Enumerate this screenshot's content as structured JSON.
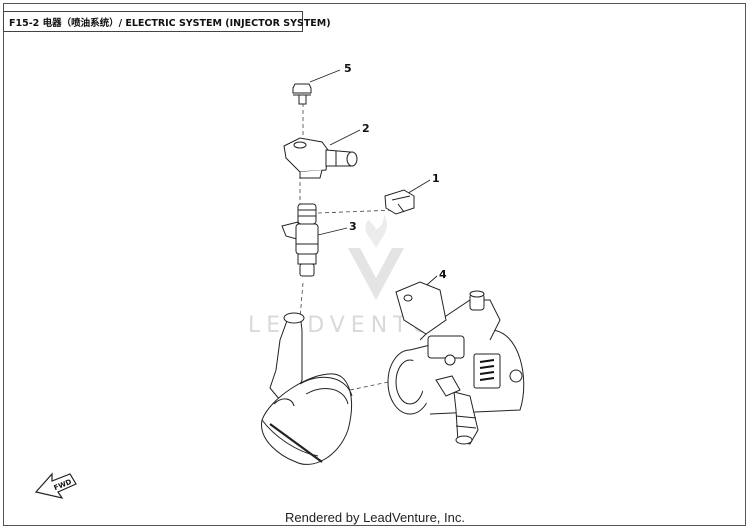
{
  "header": {
    "title": "F15-2 电器（喷油系统）/ ELECTRIC SYSTEM (INJECTOR SYSTEM)"
  },
  "watermark": {
    "text": "LEADVENTURE"
  },
  "callouts": [
    {
      "id": "1",
      "label": "1"
    },
    {
      "id": "2",
      "label": "2"
    },
    {
      "id": "3",
      "label": "3"
    },
    {
      "id": "4",
      "label": "4"
    },
    {
      "id": "5",
      "label": "5"
    }
  ],
  "fwd_label": "FWD",
  "footer": {
    "text": "Rendered by LeadVenture, Inc."
  }
}
